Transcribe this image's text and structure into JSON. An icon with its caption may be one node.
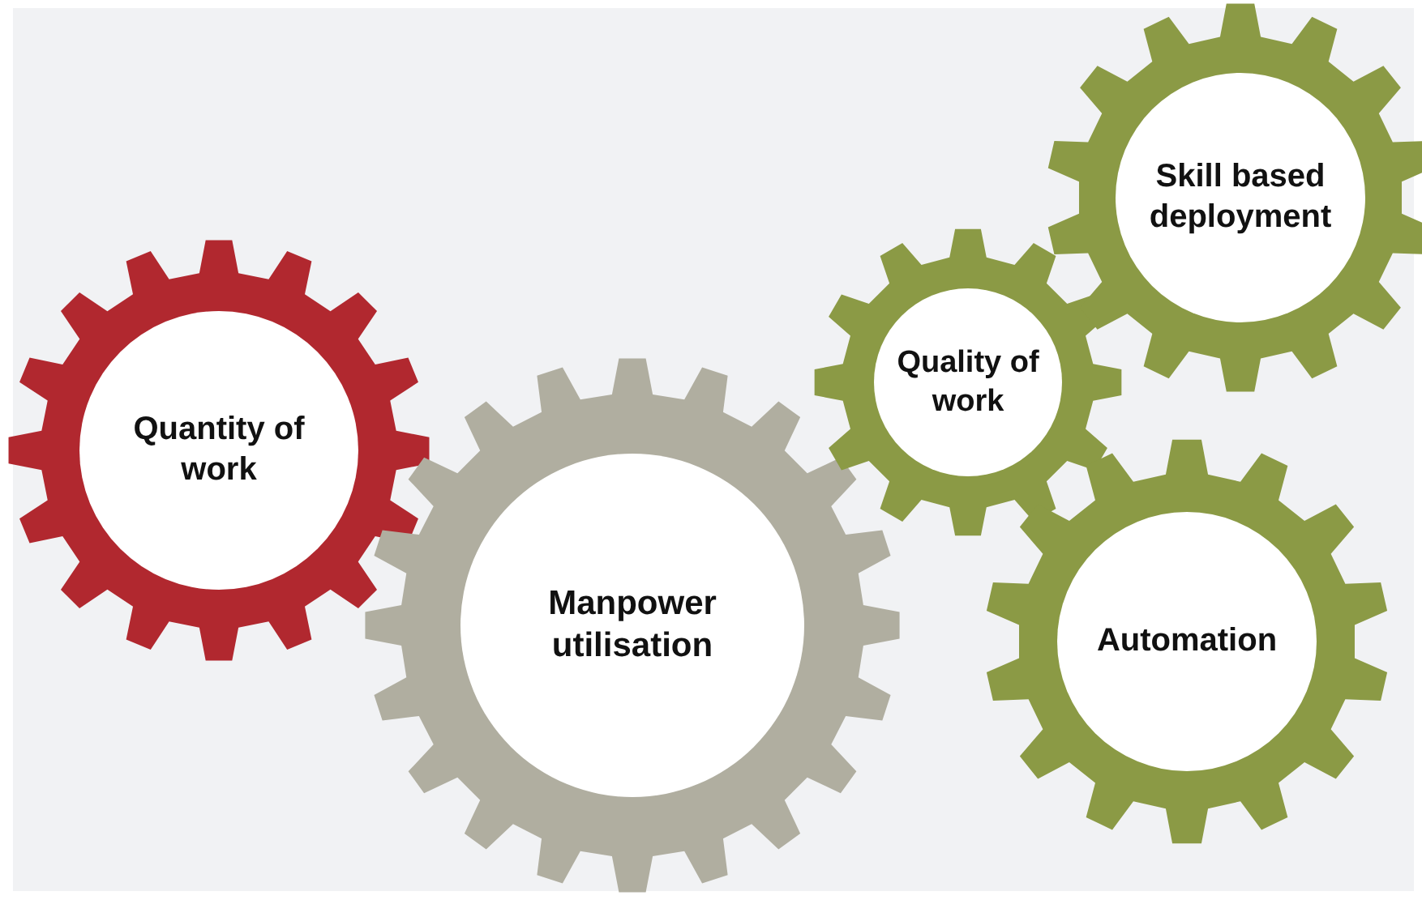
{
  "diagram": {
    "nodes": [
      {
        "text": [
          "Quantity of work"
        ]
      },
      {
        "text": [
          "Manpower utilisation"
        ]
      },
      {
        "text": [
          "Quality of work"
        ]
      },
      {
        "text": [
          "Skill based deployment"
        ]
      },
      {
        "text": [
          "Automation"
        ]
      }
    ]
  }
}
